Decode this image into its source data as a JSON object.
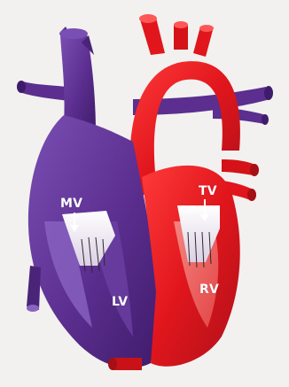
{
  "labels": {
    "mv": "MV",
    "lv": "LV",
    "tv": "TV",
    "rv": "RV"
  },
  "colors": {
    "background": "#f2f1ef",
    "purple": "#5b2e8f",
    "purple_dark": "#3f1c6b",
    "purple_light": "#8a63c0",
    "red": "#e0161c",
    "red_dark": "#a60f14",
    "pink": "#f06a6a",
    "valve": "#f3ecf1"
  },
  "icons": {
    "heart": "heart-cross-section-diagram"
  }
}
